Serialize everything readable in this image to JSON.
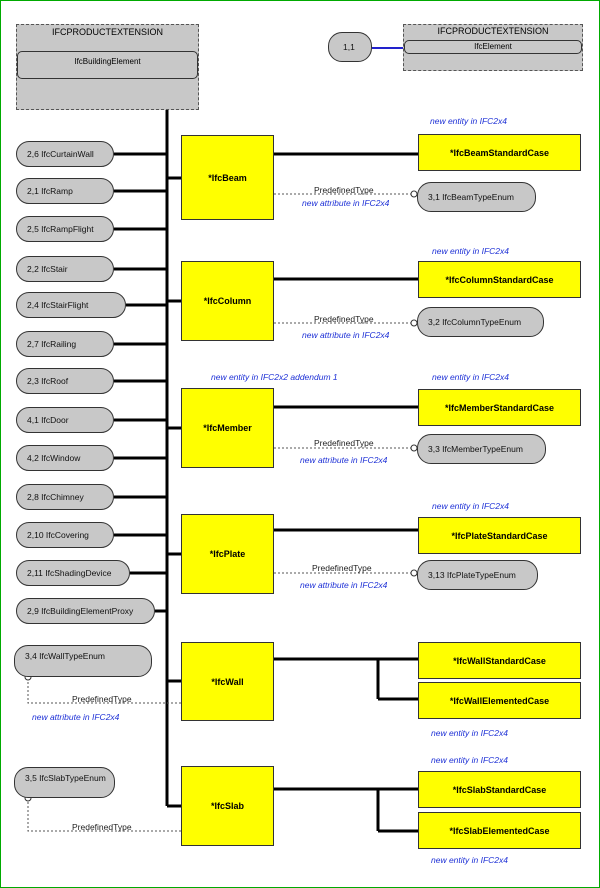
{
  "header_left": {
    "title": "IFCPRODUCTEXTENSION",
    "entity": "IfcBuildingElement"
  },
  "header_right": {
    "title": "IFCPRODUCTEXTENSION",
    "entity": "IfcElement",
    "ref": "1,1"
  },
  "subtypes": [
    "2,6 IfcCurtainWall",
    "2,1 IfcRamp",
    "2,5 IfcRampFlight",
    "2,2 IfcStair",
    "2,4 IfcStairFlight",
    "2,7 IfcRailing",
    "2,3 IfcRoof",
    "4,1 IfcDoor",
    "4,2 IfcWindow",
    "2,8 IfcChimney",
    "2,10 IfcCovering",
    "2,11 IfcShadingDevice",
    "2,9 IfcBuildingElementProxy"
  ],
  "entities": {
    "beam": "*IfcBeam",
    "column": "*IfcColumn",
    "member": "*IfcMember",
    "plate": "*IfcPlate",
    "wall": "*IfcWall",
    "slab": "*IfcSlab"
  },
  "standard_cases": {
    "beam": "*IfcBeamStandardCase",
    "column": "*IfcColumnStandardCase",
    "member": "*IfcMemberStandardCase",
    "plate": "*IfcPlateStandardCase",
    "wall_std": "*IfcWallStandardCase",
    "wall_elem": "*IfcWallElementedCase",
    "slab_std": "*IfcSlabStandardCase",
    "slab_elem": "*IfcSlabElementedCase"
  },
  "enums": {
    "beam": "3,1 IfcBeamTypeEnum",
    "column": "3,2 IfcColumnTypeEnum",
    "member": "3,3 IfcMemberTypeEnum",
    "plate": "3,13 IfcPlateTypeEnum",
    "wall": "3,4 IfcWallTypeEnum",
    "slab": "3,5 IfcSlabTypeEnum"
  },
  "attribute_label": "PredefinedType",
  "notes": {
    "new_entity_2x4": "new entity in IFC2x4",
    "new_attribute_2x4": "new attribute in IFC2x4",
    "new_entity_2x2": "new entity in IFC2x2 addendum 1"
  },
  "colors": {
    "entity_fill": "#ffff00",
    "grey_fill": "#c8c8c8",
    "note_text": "#1c2fd6",
    "frame": "#00aa00"
  }
}
